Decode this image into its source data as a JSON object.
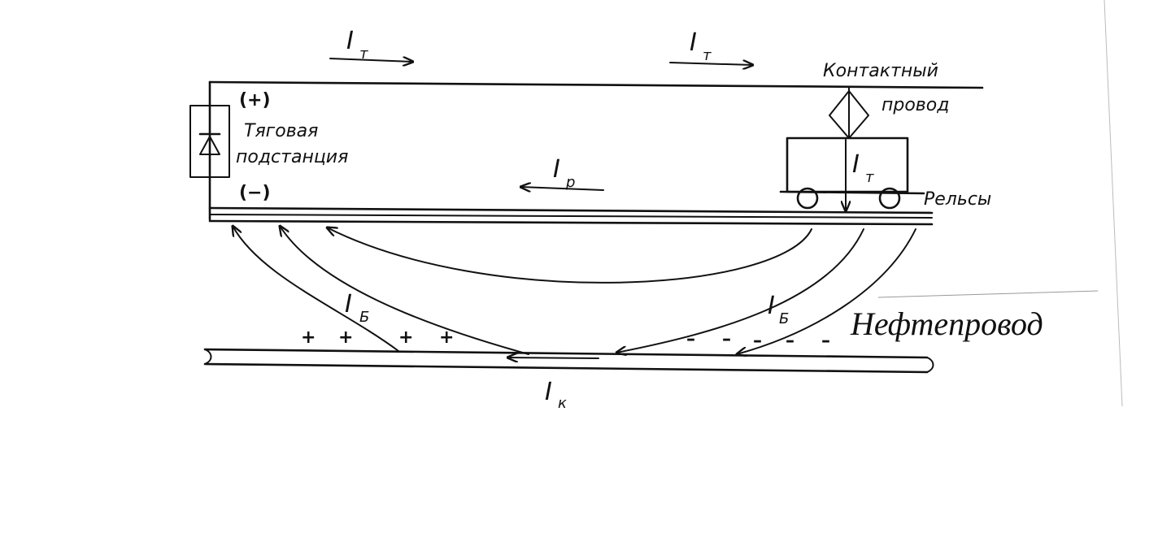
{
  "labels": {
    "current_traction": "I",
    "current_traction_sub": "т",
    "current_rail": "I",
    "current_rail_sub": "р",
    "current_stray": "I",
    "current_stray_sub": "Б",
    "current_pipe": "I",
    "current_pipe_sub": "к",
    "contact_wire_line1": "Контактный",
    "contact_wire_line2": "провод",
    "substation_line1": "Тяговая",
    "substation_line2": "подстанция",
    "polarity_plus": "(+)",
    "polarity_minus": "(−)",
    "rails": "Рельсы",
    "pipeline": "Нефтепровод",
    "plus_sign": "+",
    "minus_sign": "–"
  }
}
